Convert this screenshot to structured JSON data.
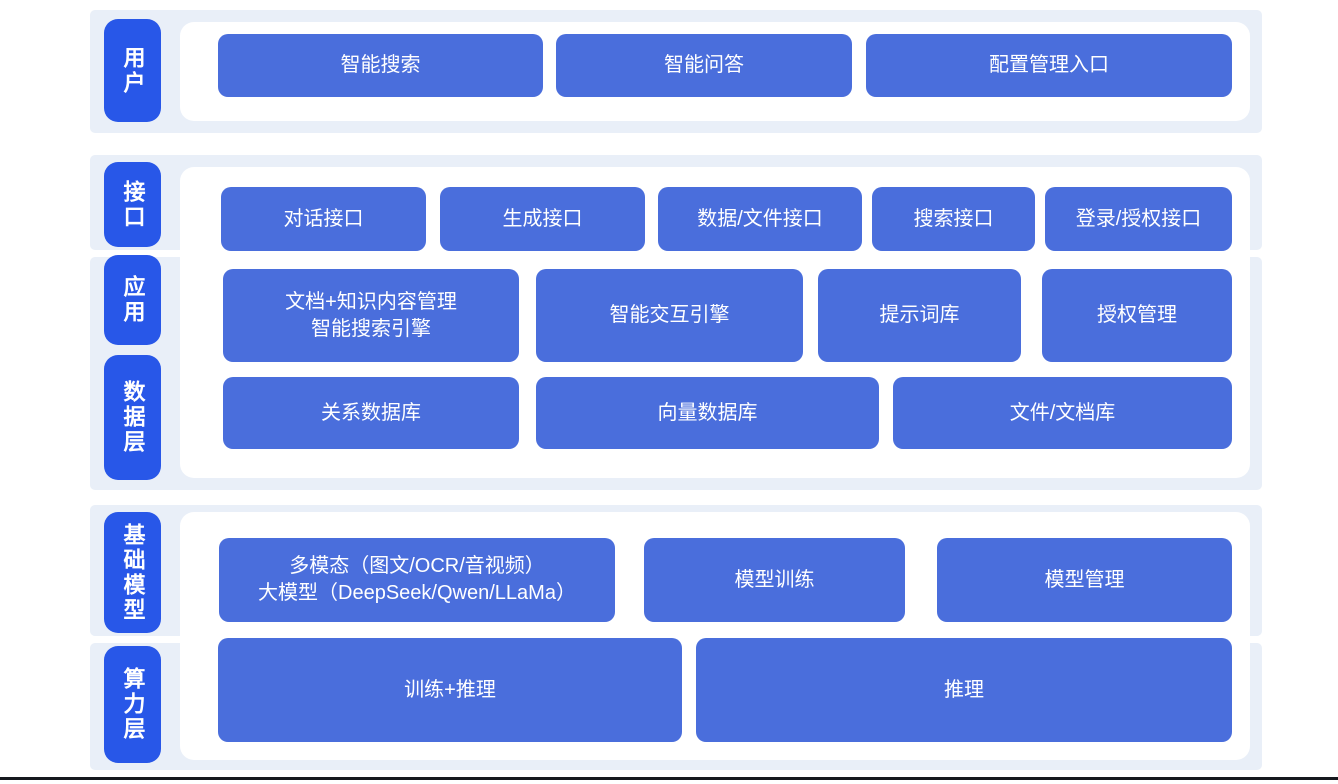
{
  "colors": {
    "page_background": "#ffffff",
    "band_background": "#e9eff8",
    "panel_background": "#ffffff",
    "layer_label_blue": "#2857e8",
    "box_blue": "#4a6edc",
    "text_white": "#ffffff",
    "bottom_line": "#16181e"
  },
  "sections": [
    {
      "name": "user",
      "labels": [
        "用户"
      ],
      "rows": [
        [
          "智能搜索",
          "智能问答",
          "配置管理入口"
        ]
      ]
    },
    {
      "name": "interface-application-data",
      "labels": [
        "接口",
        "应用",
        "数据层"
      ],
      "rows": [
        [
          "对话接口",
          "生成接口",
          "数据/文件接口",
          "搜索接口",
          "登录/授权接口"
        ],
        [
          "文档+知识内容管理\n智能搜索引擎",
          "智能交互引擎",
          "提示词库",
          "授权管理"
        ],
        [
          "关系数据库",
          "向量数据库",
          "文件/文档库"
        ]
      ]
    },
    {
      "name": "foundation-compute",
      "labels": [
        "基础模型",
        "算力层"
      ],
      "rows": [
        [
          "多模态（图文/OCR/音视频）\n大模型（DeepSeek/Qwen/LLaMa）",
          "模型训练",
          "模型管理"
        ],
        [
          "训练+推理",
          "推理"
        ]
      ]
    }
  ]
}
